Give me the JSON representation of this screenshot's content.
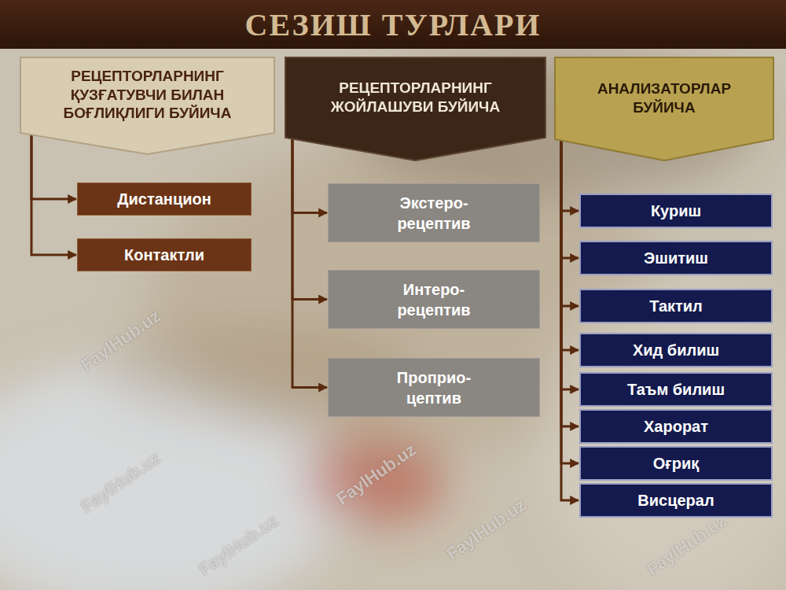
{
  "diagram": {
    "title": "СЕЗИШ ТУРЛАРИ",
    "nodes": [
      {
        "text": [
          "РЕЦЕПТОРЛАРНИНГ ҚУЗҒАТУВЧИ БИЛАН БОҒЛИҚЛИГИ БУЙИЧА"
        ]
      },
      {
        "text": [
          "Дистанцион"
        ]
      },
      {
        "text": [
          "Контактли"
        ]
      },
      {
        "text": [
          "РЕЦЕПТОРЛАРНИНГ ЖОЙЛАШУВИ БУЙИЧА"
        ]
      },
      {
        "text": [
          "Экстеро- рецептив"
        ]
      },
      {
        "text": [
          "Интеро- рецептив"
        ]
      },
      {
        "text": [
          "Проприо- цептив"
        ]
      },
      {
        "text": [
          "АНАЛИЗАТОРЛАР БУЙИЧА"
        ]
      },
      {
        "text": [
          "Куриш"
        ]
      },
      {
        "text": [
          "Эшитиш"
        ]
      },
      {
        "text": [
          "Тактил"
        ]
      },
      {
        "text": [
          "Хид билиш"
        ]
      },
      {
        "text": [
          "Таъм билиш"
        ]
      },
      {
        "text": [
          "Харорат"
        ]
      },
      {
        "text": [
          "Оғриқ"
        ]
      },
      {
        "text": [
          "Висцерал"
        ]
      }
    ],
    "edges": [
      {
        "from": 0,
        "to": 1,
        "arrow": "to"
      },
      {
        "from": 0,
        "to": 2,
        "arrow": "to"
      },
      {
        "from": 3,
        "to": 4,
        "arrow": "to"
      },
      {
        "from": 3,
        "to": 5,
        "arrow": "to"
      },
      {
        "from": 3,
        "to": 6,
        "arrow": "to"
      },
      {
        "from": 7,
        "to": 8,
        "arrow": "to"
      },
      {
        "from": 7,
        "to": 9,
        "arrow": "to"
      },
      {
        "from": 7,
        "to": 10,
        "arrow": "to"
      },
      {
        "from": 7,
        "to": 11,
        "arrow": "to"
      },
      {
        "from": 7,
        "to": 12,
        "arrow": "to"
      },
      {
        "from": 7,
        "to": 13,
        "arrow": "to"
      },
      {
        "from": 7,
        "to": 14,
        "arrow": "to"
      },
      {
        "from": 7,
        "to": 15,
        "arrow": "to"
      }
    ],
    "labels": [
      "FaylHub.uz",
      "FaylHub.uz",
      "FaylHub.uz",
      "FaylHub.uz",
      "FaylHub.uz",
      "FaylHub.uz"
    ]
  }
}
